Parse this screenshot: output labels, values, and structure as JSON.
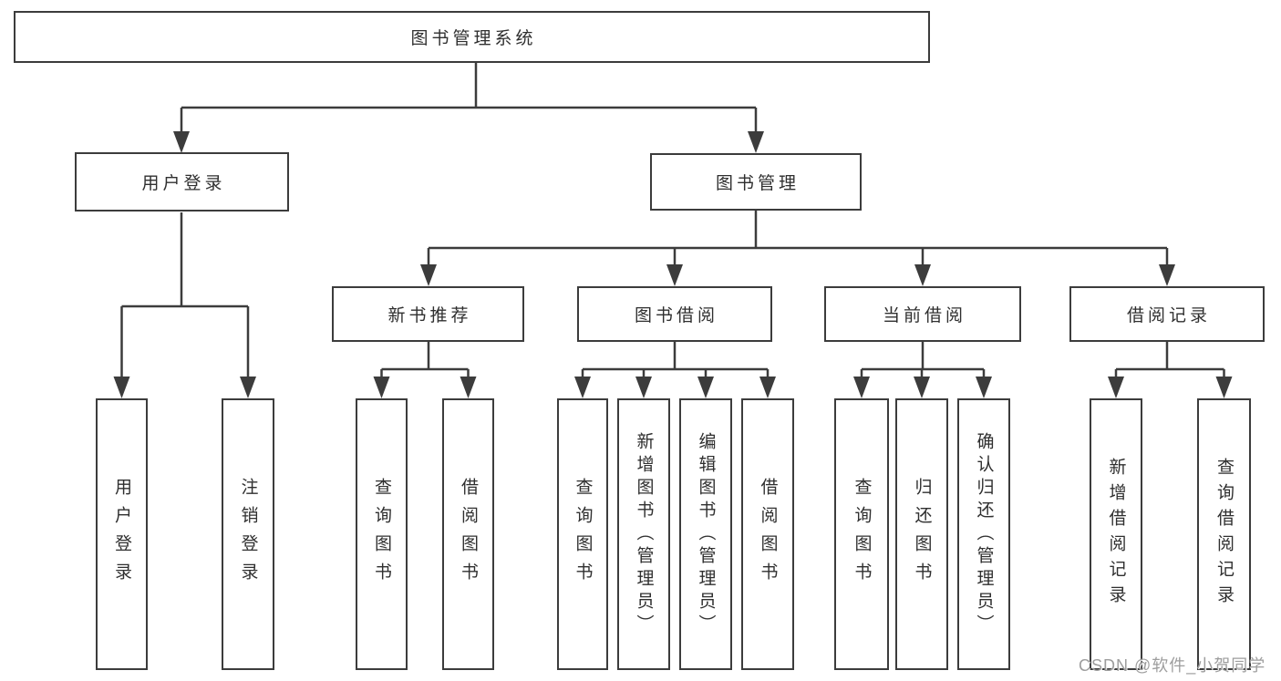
{
  "tree": {
    "label": "图书管理系统",
    "children": [
      {
        "label": "用户登录",
        "children": [
          {
            "label": "用户登录"
          },
          {
            "label": "注销登录"
          }
        ]
      },
      {
        "label": "图书管理",
        "children": [
          {
            "label": "新书推荐",
            "children": [
              {
                "label": "查询图书"
              },
              {
                "label": "借阅图书"
              }
            ]
          },
          {
            "label": "图书借阅",
            "children": [
              {
                "label": "查询图书"
              },
              {
                "label": "新增图书（管理员）"
              },
              {
                "label": "编辑图书（管理员）"
              },
              {
                "label": "借阅图书"
              }
            ]
          },
          {
            "label": "当前借阅",
            "children": [
              {
                "label": "查询图书"
              },
              {
                "label": "归还图书"
              },
              {
                "label": "确认归还（管理员）"
              }
            ]
          },
          {
            "label": "借阅记录",
            "children": [
              {
                "label": "新增借阅记录"
              },
              {
                "label": "查询借阅记录"
              }
            ]
          }
        ]
      }
    ]
  },
  "watermark": {
    "text": "CSDN @软件_小贺同学"
  },
  "colors": {
    "line": "#3c3c3c",
    "box_border": "#3c3c3c",
    "text": "#2f2f2f",
    "background": "#ffffff",
    "watermark": "#9d9d9d"
  }
}
